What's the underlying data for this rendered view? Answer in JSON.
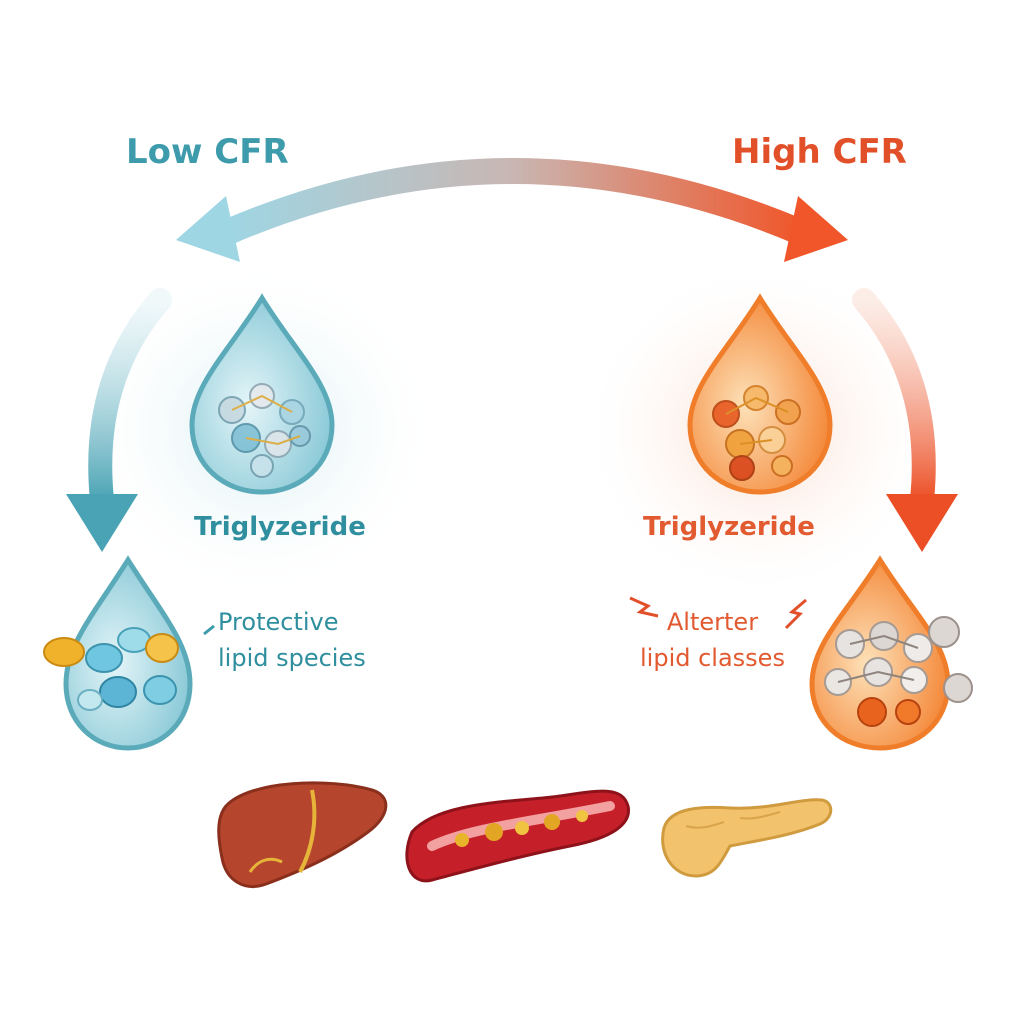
{
  "colors": {
    "low_accent": "#3d9bab",
    "low_text": "#2f8f9f",
    "high_accent": "#e9552f",
    "high_text": "#e25a30",
    "drop_blue": "#a9dbe6",
    "drop_orange": "#f7a25a"
  },
  "left": {
    "title": "Low CFR",
    "triglyceride_label": "Triglyzeride",
    "note_line1": "Protective",
    "note_line2": "lipid species"
  },
  "right": {
    "title": "High CFR",
    "triglyceride_label": "Triglyzeride",
    "note_line1": "Alterter",
    "note_line2": "lipid classes"
  },
  "organs": [
    "liver",
    "blood-vessel",
    "pancreas"
  ]
}
